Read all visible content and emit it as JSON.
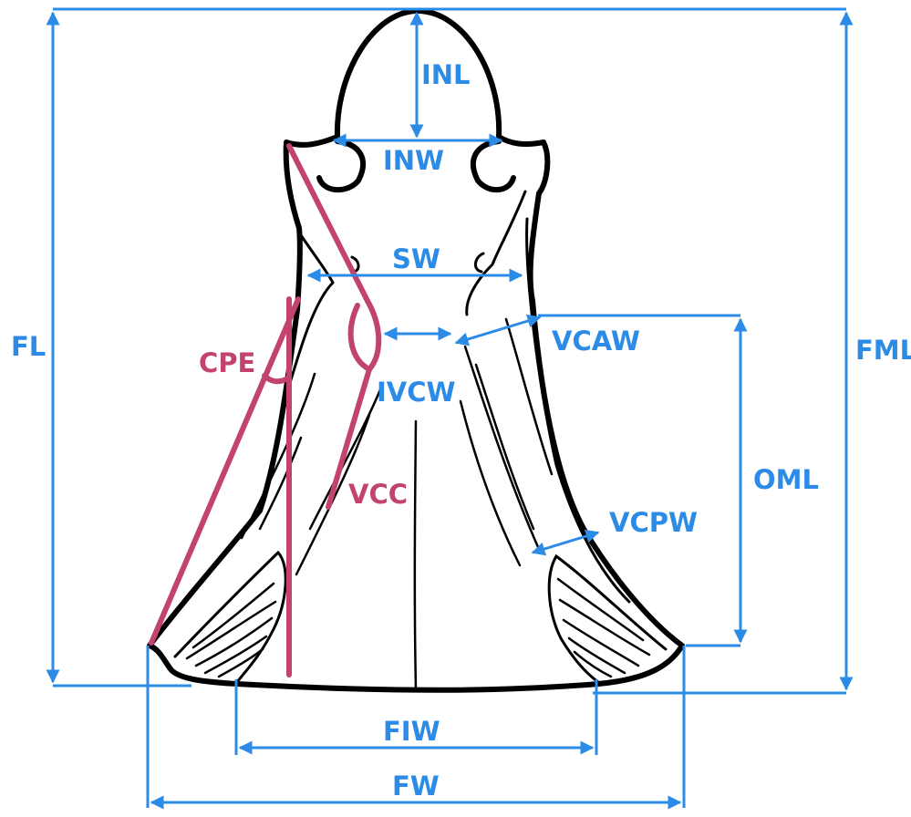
{
  "labels": {
    "inl": "INL",
    "inw": "INW",
    "sw": "SW",
    "vcaw": "VCAW",
    "ivcw": "IVCW",
    "vcpw": "VCPW",
    "oml": "OML",
    "fl": "FL",
    "fml": "FML",
    "cpe": "CPE",
    "vcc": "VCC",
    "fiw": "FIW",
    "fw": "FW"
  },
  "colors": {
    "measurement": "#2b8be6",
    "angle": "#c2436f",
    "outline": "#000000"
  }
}
